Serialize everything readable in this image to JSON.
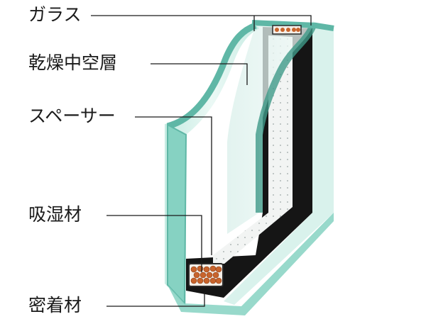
{
  "labels": {
    "glass": "ガラス",
    "dry_air_layer": "乾燥中空層",
    "spacer": "スペーサー",
    "desiccant": "吸湿材",
    "sealant": "密着材"
  },
  "colors": {
    "glass_face": "#86d2c2",
    "glass_edge": "#5fb7a6",
    "glass_dark": "#3f9a88",
    "frame_black": "#151515",
    "frame_edge": "#4a4a4a",
    "desiccant_bead": "#c8642c",
    "leader_line": "#1a1a1a"
  }
}
